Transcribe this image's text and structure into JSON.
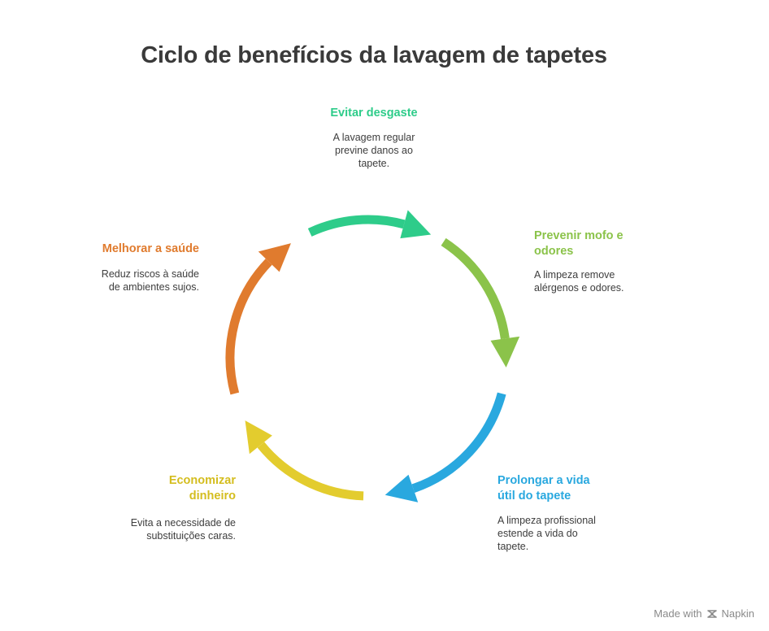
{
  "title": "Ciclo de benefícios da lavagem de tapetes",
  "steps": [
    {
      "heading": "Evitar desgaste",
      "description": "A lavagem regular previne danos ao tapete.",
      "color": "#2ECC8A"
    },
    {
      "heading": "Prevenir mofo e odores",
      "description": "A limpeza remove alérgenos e odores.",
      "color": "#8BC34A"
    },
    {
      "heading": "Prolongar a vida útil do tapete",
      "description": "A limpeza profissional estende a vida do tapete.",
      "color": "#29A8DF"
    },
    {
      "heading": "Economizar dinheiro",
      "description": "Evita a necessidade de substituições caras.",
      "color": "#E3CC2E"
    },
    {
      "heading": "Melhorar a saúde",
      "description": "Reduz riscos à saúde de ambientes sujos.",
      "color": "#E07B2E"
    }
  ],
  "footer": {
    "made_with": "Made with",
    "brand": "Napkin"
  }
}
